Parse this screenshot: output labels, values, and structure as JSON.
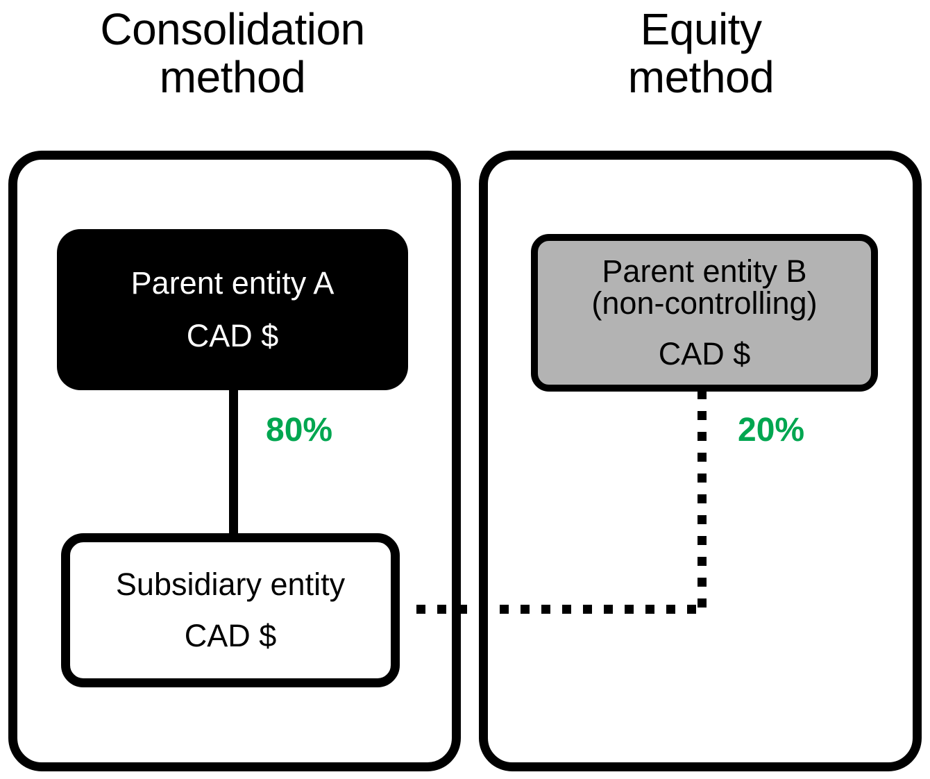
{
  "diagram": {
    "title_left": "Consolidation\nmethod",
    "title_right": "Equity\nmethod",
    "accent_green": "#00a650",
    "panel_border_color": "#000000",
    "grey_fill": "#b3b3b3",
    "black_fill": "#000000"
  },
  "consolidation": {
    "heading": "Consolidation\nmethod",
    "parent": {
      "name": "Parent entity A",
      "currency": "CAD $"
    },
    "subsidiary": {
      "name": "Subsidiary entity",
      "currency": "CAD $"
    },
    "ownership_label": "80%",
    "connector_style": "solid"
  },
  "equity": {
    "heading": "Equity\nmethod",
    "parent": {
      "name": "Parent entity B",
      "qualifier": "(non-controlling)",
      "currency": "CAD $"
    },
    "ownership_label": "20%",
    "connector_style": "dotted"
  }
}
